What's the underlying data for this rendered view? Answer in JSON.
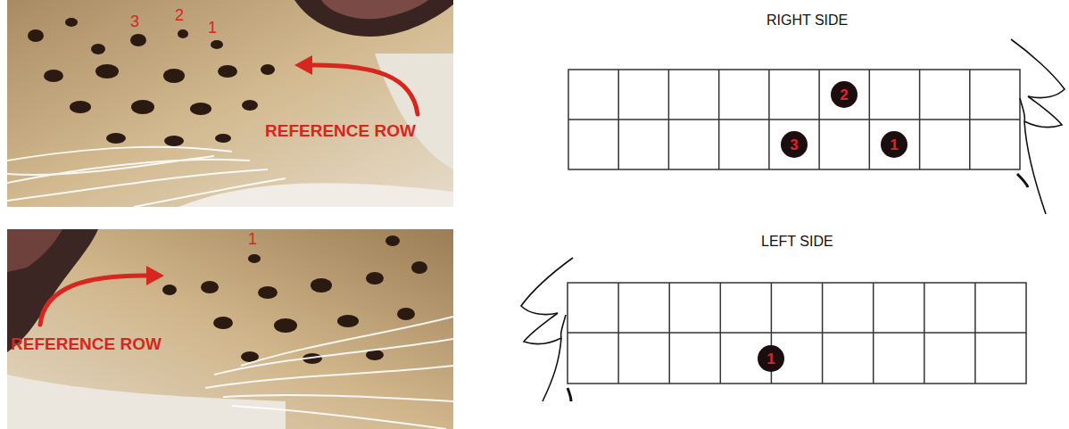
{
  "diagram": {
    "nodes": [
      {
        "text": [
          "2"
        ]
      },
      {
        "text": [
          "3"
        ]
      },
      {
        "text": [
          "1"
        ]
      },
      {
        "text": [
          "1"
        ]
      }
    ],
    "labels": [
      "3",
      "2",
      "1",
      "REFERENCE ROW",
      "RIGHT SIDE",
      "1",
      "REFERENCE ROW",
      "LEFT SIDE"
    ]
  }
}
